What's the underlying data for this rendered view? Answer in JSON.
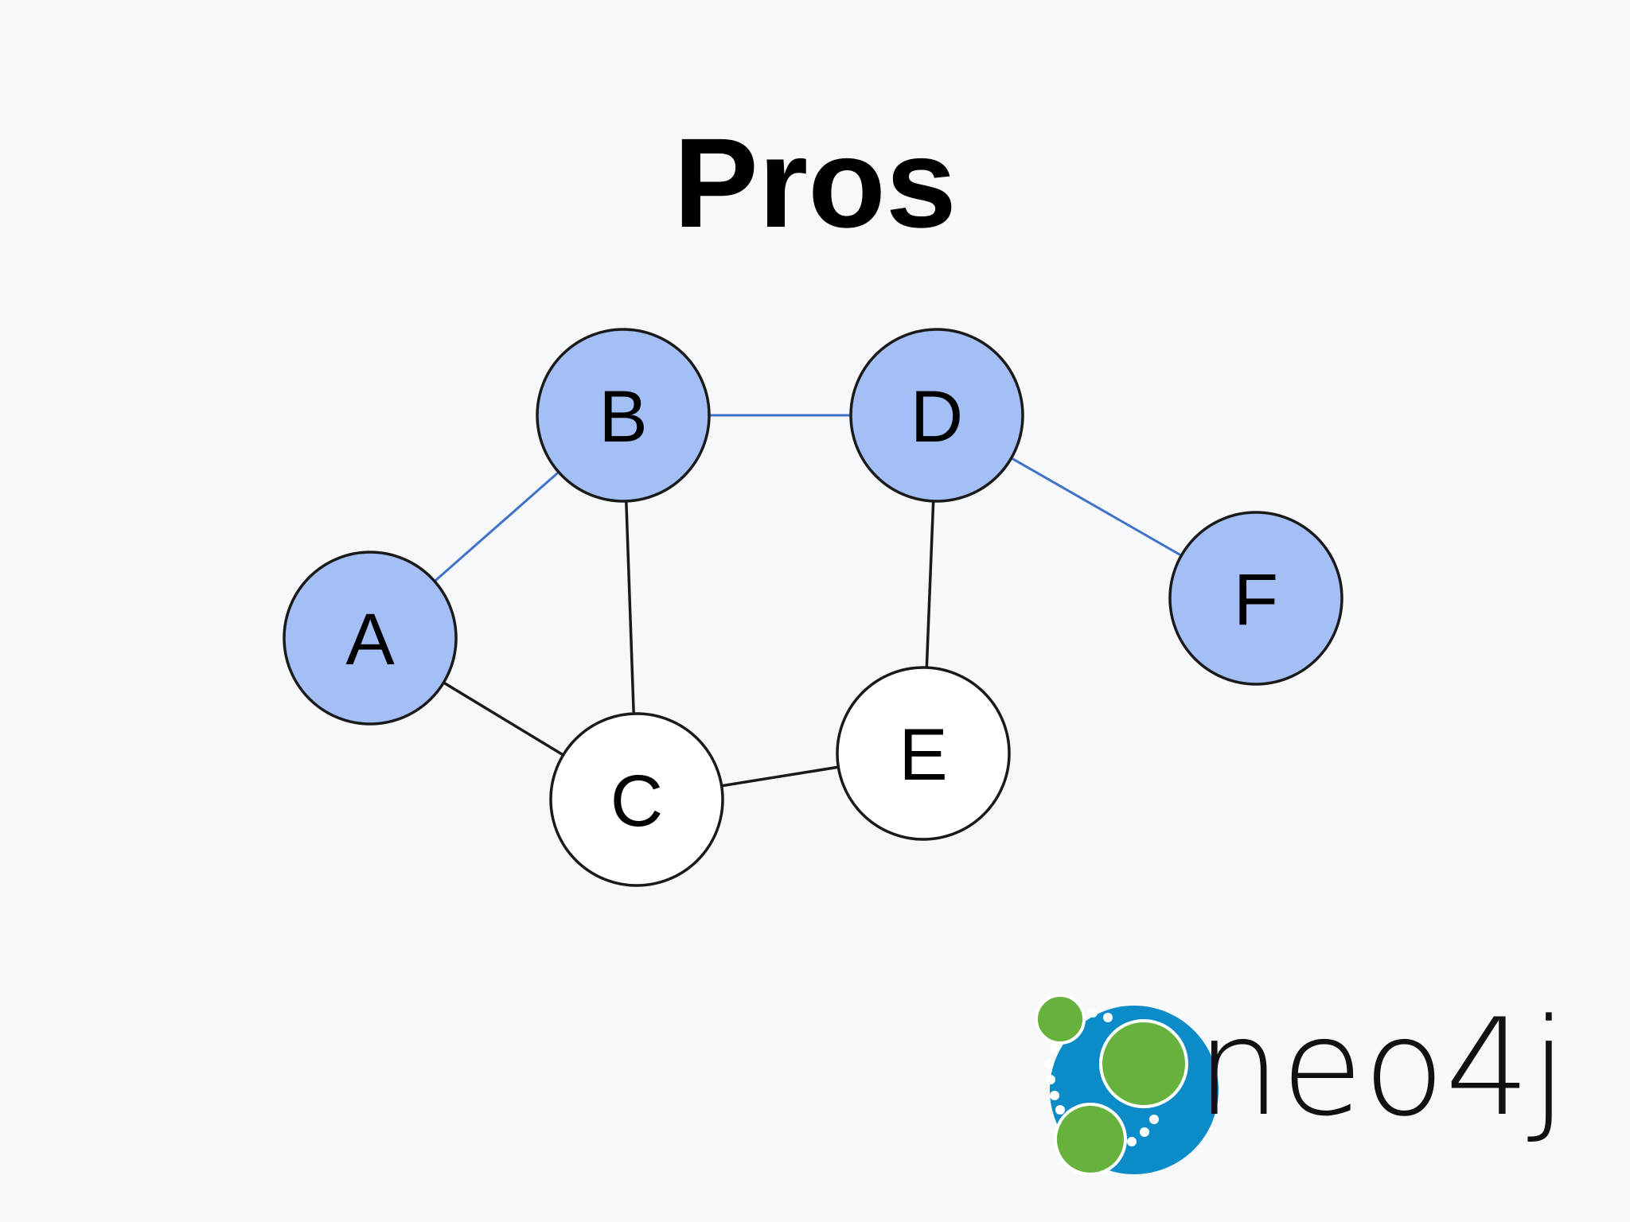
{
  "title": "Pros",
  "colors": {
    "background": "#f7f8fa",
    "highlight_fill": "#a4bff5",
    "plain_fill": "#ffffff",
    "highlight_edge": "#3f73c9",
    "plain_edge": "#1a1a1a",
    "node_stroke": "#1a1a1a"
  },
  "graph": {
    "nodes": [
      {
        "id": "A",
        "label": "A",
        "highlighted": true
      },
      {
        "id": "B",
        "label": "B",
        "highlighted": true
      },
      {
        "id": "C",
        "label": "C",
        "highlighted": false
      },
      {
        "id": "D",
        "label": "D",
        "highlighted": true
      },
      {
        "id": "E",
        "label": "E",
        "highlighted": false
      },
      {
        "id": "F",
        "label": "F",
        "highlighted": true
      }
    ],
    "edges": [
      {
        "from": "A",
        "to": "B",
        "highlighted": true
      },
      {
        "from": "B",
        "to": "D",
        "highlighted": true
      },
      {
        "from": "D",
        "to": "F",
        "highlighted": true
      },
      {
        "from": "A",
        "to": "C",
        "highlighted": false
      },
      {
        "from": "B",
        "to": "C",
        "highlighted": false
      },
      {
        "from": "C",
        "to": "E",
        "highlighted": false
      },
      {
        "from": "D",
        "to": "E",
        "highlighted": false
      }
    ]
  },
  "logo": {
    "wordmark": "neo4j",
    "colors": {
      "blue": "#0b8cc8",
      "green": "#66b23d",
      "text": "#111111"
    }
  }
}
